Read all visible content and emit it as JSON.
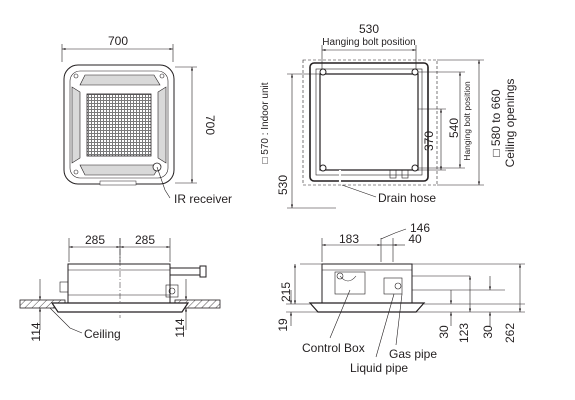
{
  "top_view": {
    "width_dim": "700",
    "height_dim": "700",
    "ir_label": "IR receiver"
  },
  "ceiling_view": {
    "bolt_span_dim": "530",
    "bolt_label": "Hanging bolt position",
    "indoor_unit_label": "□ 570 : Indoor unit",
    "bolt_vert_dim": "540",
    "bolt_vert_label": "Hanging bolt position",
    "span_370": "370",
    "span_530": "530",
    "opening_dim": "□ 580 to 660",
    "opening_label": "Ceiling openings",
    "drain_label": "Drain hose"
  },
  "front_view": {
    "left_half": "285",
    "right_half": "285",
    "dim_215": "215",
    "dim_114_left": "114",
    "dim_114_right": "114",
    "ceiling_label": "Ceiling"
  },
  "side_view": {
    "dim_146": "146",
    "dim_183": "183",
    "dim_40": "40",
    "dim_19": "19",
    "dim_30_a": "30",
    "dim_123": "123",
    "dim_30_b": "30",
    "dim_262": "262",
    "control_box_label": "Control Box",
    "gas_pipe_label": "Gas pipe",
    "liquid_pipe_label": "Liquid pipe"
  }
}
